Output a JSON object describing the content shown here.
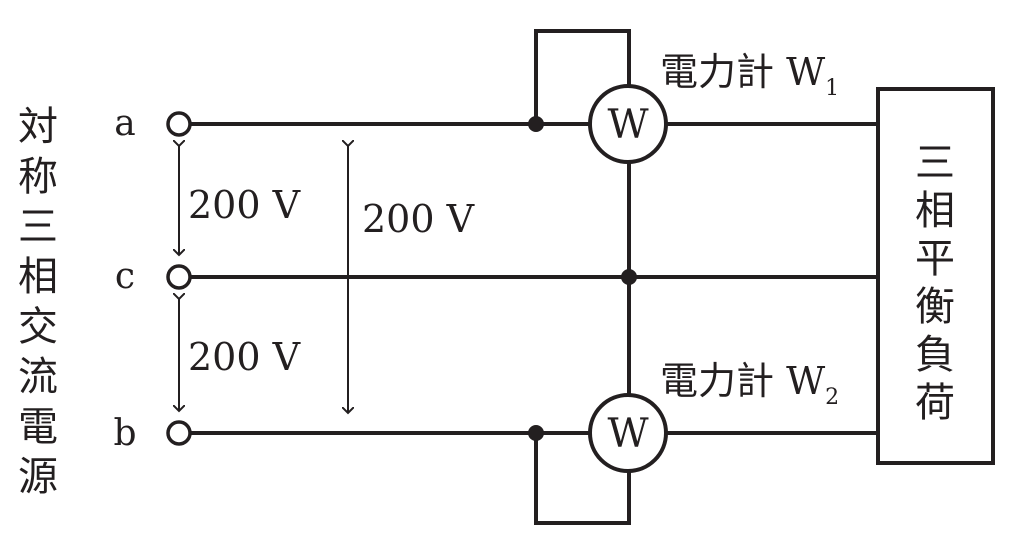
{
  "source": {
    "label": "対称三相交流電源",
    "chars": [
      "対",
      "称",
      "三",
      "相",
      "交",
      "流",
      "電",
      "源"
    ]
  },
  "terminals": {
    "a": "a",
    "c": "c",
    "b": "b"
  },
  "voltages": {
    "ac": "200 V",
    "cb": "200 V",
    "ab": "200 V"
  },
  "wattmeters": {
    "w1": {
      "symbol": "W",
      "label": "電力計 W",
      "subscript": "1"
    },
    "w2": {
      "symbol": "W",
      "label": "電力計 W",
      "subscript": "2"
    }
  },
  "load": {
    "label": "三相平衡負荷",
    "chars": [
      "三",
      "相",
      "平",
      "衡",
      "負",
      "荷"
    ]
  }
}
